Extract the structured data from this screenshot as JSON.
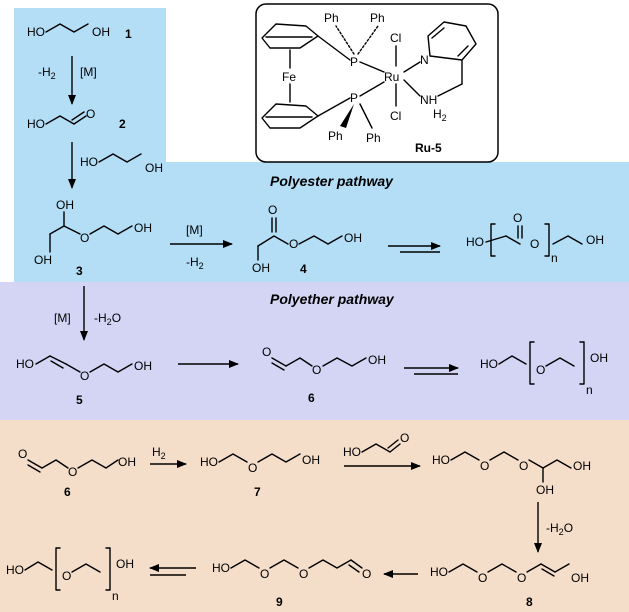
{
  "colors": {
    "blue": "#B3DEF6",
    "purple": "#D4D4F4",
    "peach": "#F4DDC9",
    "box_fill": "#FFFFFF",
    "box_stroke": "#000000"
  },
  "catalyst": {
    "label": "Ru-5",
    "atoms": {
      "fe": "Fe",
      "p1": "P",
      "p2": "P",
      "ru": "Ru",
      "cl1": "Cl",
      "cl2": "Cl",
      "n": "N",
      "nh2": "NH",
      "h2": "2",
      "ph1": "Ph",
      "ph2": "Ph",
      "ph3": "Ph",
      "ph4": "Ph"
    }
  },
  "sections": {
    "polyester_title": "Polyester pathway",
    "polyether_title": "Polyether pathway"
  },
  "compounds": {
    "c1": {
      "ho": "HO",
      "oh": "OH",
      "num": "1"
    },
    "c2": {
      "ho": "HO",
      "o": "O",
      "num": "2"
    },
    "eg": {
      "ho": "HO",
      "oh": "OH"
    },
    "c3": {
      "oh_top": "OH",
      "oh_bot": "OH",
      "o": "O",
      "oh_end": "OH",
      "num": "3"
    },
    "c4": {
      "o_dbl": "O",
      "o": "O",
      "oh": "OH",
      "oh_bot": "OH",
      "num": "4"
    },
    "polyester": {
      "ho": "HO",
      "o_dbl": "O",
      "o": "O",
      "oh": "OH",
      "n": "n"
    },
    "c5": {
      "ho": "HO",
      "o": "O",
      "oh": "OH",
      "num": "5"
    },
    "c6": {
      "o_ald": "O",
      "o": "O",
      "oh": "OH",
      "num": "6"
    },
    "polyether": {
      "ho": "HO",
      "o": "O",
      "oh": "OH",
      "n": "n"
    },
    "c6b": {
      "o_ald": "O",
      "o": "O",
      "oh": "OH",
      "num": "6"
    },
    "c7": {
      "ho": "HO",
      "o": "O",
      "oh": "OH",
      "num": "7"
    },
    "glycolaldehyde": {
      "ho": "HO",
      "o": "O"
    },
    "hemiacetal": {
      "ho": "HO",
      "o1": "O",
      "o2": "O",
      "oh_end": "OH",
      "oh_bot": "OH"
    },
    "c8": {
      "ho": "HO",
      "o1": "O",
      "o2": "O",
      "oh": "OH",
      "num": "8"
    },
    "c9": {
      "ho": "HO",
      "o1": "O",
      "o2": "O",
      "o_ald": "O",
      "num": "9"
    },
    "polyether2": {
      "ho": "HO",
      "o": "O",
      "oh": "OH",
      "n": "n"
    }
  },
  "reagents": {
    "dehydrogenation": "-H",
    "dehydrogenation_sub": "2",
    "catalyst_m1": "[M]",
    "catalyst_m2": "[M]",
    "minus_h2": "-H",
    "minus_h2_sub": "2",
    "catalyst_m3": "[M]",
    "minus_h2o": "-H",
    "minus_h2o_sub": "2",
    "minus_h2o_o": "O",
    "hydrogen": "H",
    "hydrogen_sub": "2",
    "minus_h2o_2": "-H",
    "minus_h2o_2_sub": "2",
    "minus_h2o_2_o": "O"
  }
}
